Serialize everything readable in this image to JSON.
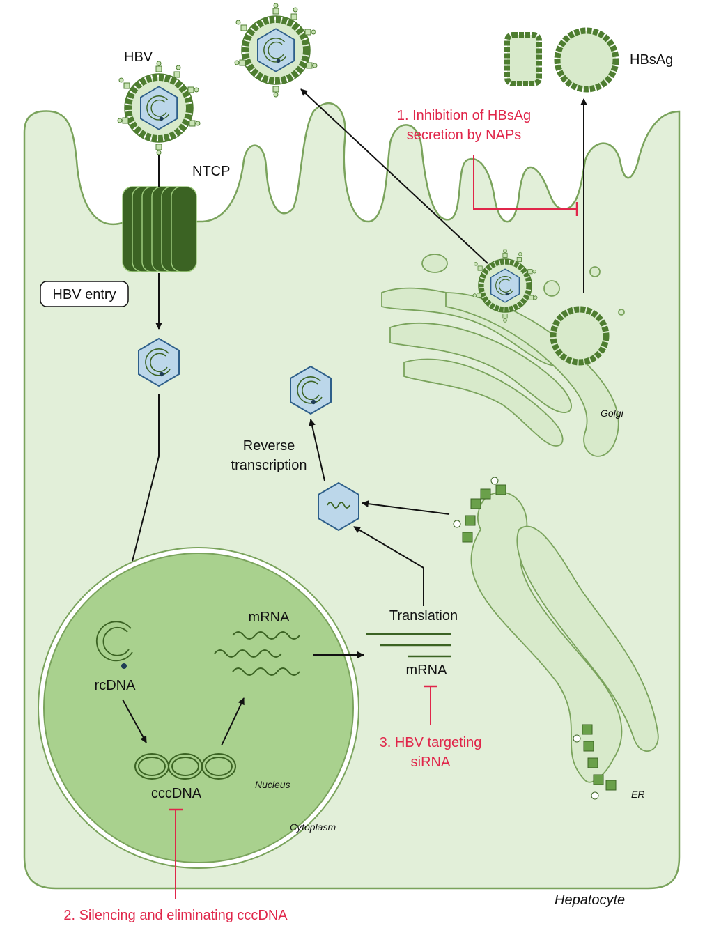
{
  "labels": {
    "hbv": "HBV",
    "ntcp": "NTCP",
    "hbv_entry": "HBV entry",
    "hbsag": "HBsAg",
    "golgi": "Golgi",
    "er": "ER",
    "nucleus": "Nucleus",
    "cytoplasm": "Cytoplasm",
    "hepatocyte": "Hepatocyte",
    "rcdna": "rcDNA",
    "cccdna": "cccDNA",
    "mrna_nucleus": "mRNA",
    "mrna_cyto": "mRNA",
    "translation": "Translation",
    "reverse_transcription_1": "Reverse",
    "reverse_transcription_2": "transcription"
  },
  "interventions": {
    "naps_line1": "1. Inhibition of HBsAg",
    "naps_line2": "secretion by NAPs",
    "cccdna": "2. Silencing and eliminating cccDNA",
    "sirna_line1": "3. HBV targeting",
    "sirna_line2": "siRNA"
  },
  "colors": {
    "cell_fill": "#e2efd9",
    "cell_stroke": "#7aa35c",
    "nucleus_fill": "#a9d18e",
    "organelle_fill": "#d8eacb",
    "envelope_dark": "#4e7d30",
    "envelope_light": "#9cc97c",
    "capsid_fill": "#bcd7ea",
    "capsid_stroke": "#2e5f8a",
    "ntcp_fill": "#3b6323",
    "intervention_red": "#e0264a",
    "arrow": "#111111"
  }
}
